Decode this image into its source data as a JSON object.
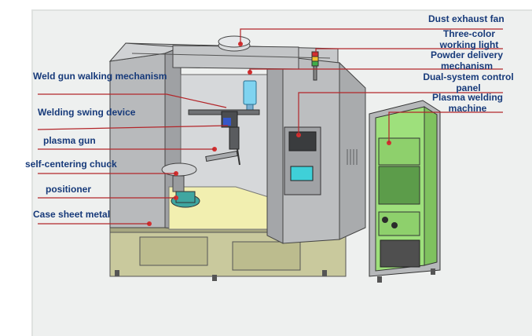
{
  "labels": {
    "left": [
      {
        "key": "weld_gun_walking",
        "text": "Weld gun walking mechanism"
      },
      {
        "key": "welding_swing",
        "text": "Welding swing device"
      },
      {
        "key": "plasma_gun",
        "text": "plasma gun"
      },
      {
        "key": "chuck",
        "text": "self-centering chuck"
      },
      {
        "key": "positioner",
        "text": "positioner"
      },
      {
        "key": "case_sheet",
        "text": "Case sheet metal"
      }
    ],
    "right": [
      {
        "key": "dust_fan",
        "text": "Dust exhaust fan"
      },
      {
        "key": "three_color_light",
        "text": "Three-color working light"
      },
      {
        "key": "powder_delivery",
        "text": "Powder delivery mechanism"
      },
      {
        "key": "control_panel",
        "text": "Dual-system control panel"
      },
      {
        "key": "plasma_machine",
        "text": "Plasma welding machine"
      }
    ]
  },
  "colors": {
    "label_text": "#173a7a",
    "leader_line": "#b3262a",
    "cabinet_gray": "#b9bbbd",
    "cabinet_dark": "#8d8f92",
    "base_olive": "#c5c59a",
    "floor_yellow": "#f2efb0",
    "machine_green": "#9ee07c",
    "screen_cyan": "#3fd0d8"
  }
}
